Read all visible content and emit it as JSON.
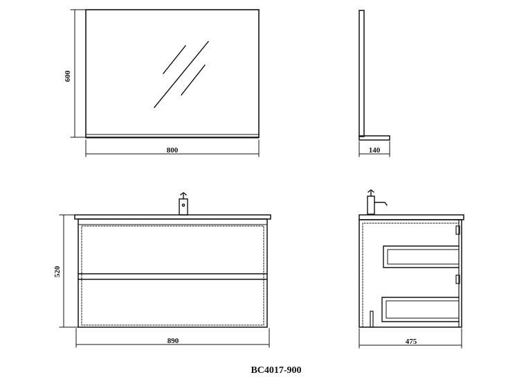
{
  "dimensions": {
    "mirror_height": "600",
    "mirror_width": "800",
    "mirror_depth": "140",
    "cabinet_height": "520",
    "cabinet_width": "890",
    "cabinet_depth": "475"
  },
  "caption": "BC4017-900"
}
